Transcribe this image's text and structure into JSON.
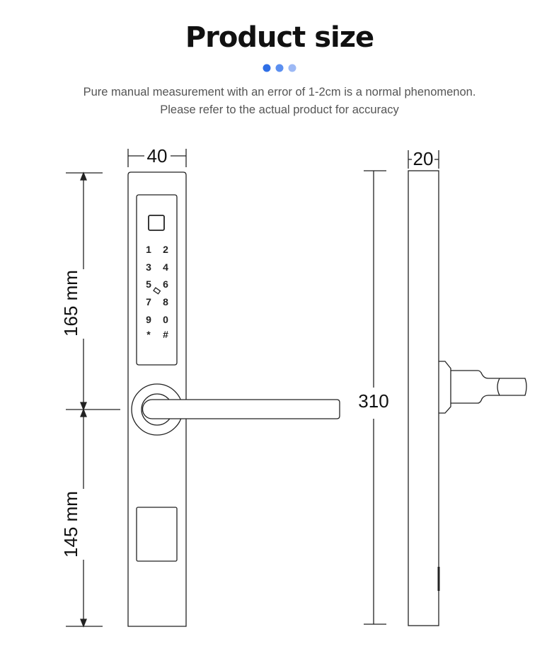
{
  "header": {
    "title": "Product size",
    "subtitle_line1": "Pure manual measurement with an error of 1-2cm is a normal phenomenon.",
    "subtitle_line2": "Please refer to the actual product for accuracy",
    "dot_colors": [
      "#2f6fe6",
      "#5b8ff0",
      "#9db9f5"
    ]
  },
  "front_view": {
    "width_label": "40",
    "upper_height_label": "165 mm",
    "lower_height_label": "145 mm",
    "keypad_keys": [
      "1",
      "2",
      "3",
      "4",
      "5",
      "6",
      "7",
      "8",
      "9",
      "0",
      "*",
      "#"
    ]
  },
  "side_view": {
    "depth_label": "20",
    "total_height_label": "310"
  }
}
